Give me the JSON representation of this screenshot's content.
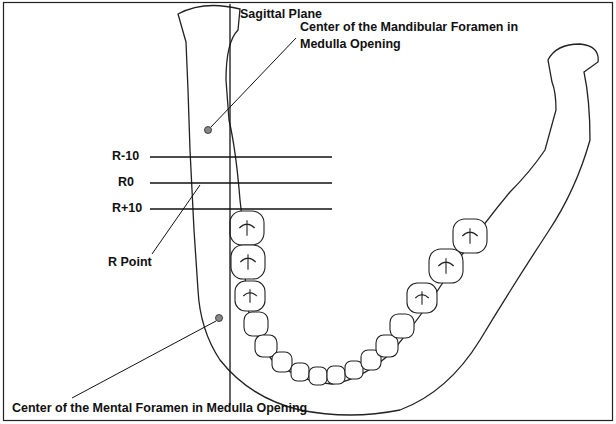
{
  "diagram": {
    "labels": [
      "Sagittal Plane",
      "Center of the Mandibular Foramen in Medulla Opening",
      "R-10",
      "R0",
      "R+10",
      "R Point",
      "Center of the Mental Foramen in Medulla Opening"
    ]
  }
}
